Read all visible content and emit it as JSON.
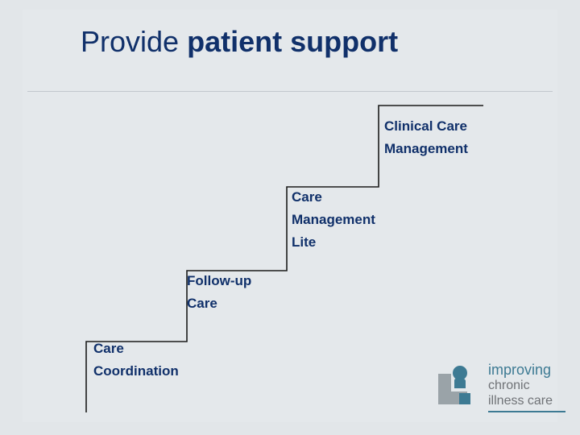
{
  "slide": {
    "title_light": "Provide ",
    "title_bold": "patient support",
    "background_color": "#e2e6e9",
    "panel_color": "#e4e8eb",
    "title_color": "#10306a"
  },
  "staircase": {
    "line_color": "#1b1b1b",
    "steps": [
      {
        "id": "care-coordination",
        "label": "Care\nCoordination"
      },
      {
        "id": "follow-up-care",
        "label": "Follow-up\nCare"
      },
      {
        "id": "care-management-lite",
        "label": "Care\nManagement\nLite"
      },
      {
        "id": "clinical-care-management",
        "label": "Clinical Care\nManagement"
      }
    ]
  },
  "logo": {
    "line1": "improving",
    "line2": "chronic",
    "line3": "illness care",
    "accent_color": "#3d7a93",
    "text_color": "#6f7276"
  }
}
